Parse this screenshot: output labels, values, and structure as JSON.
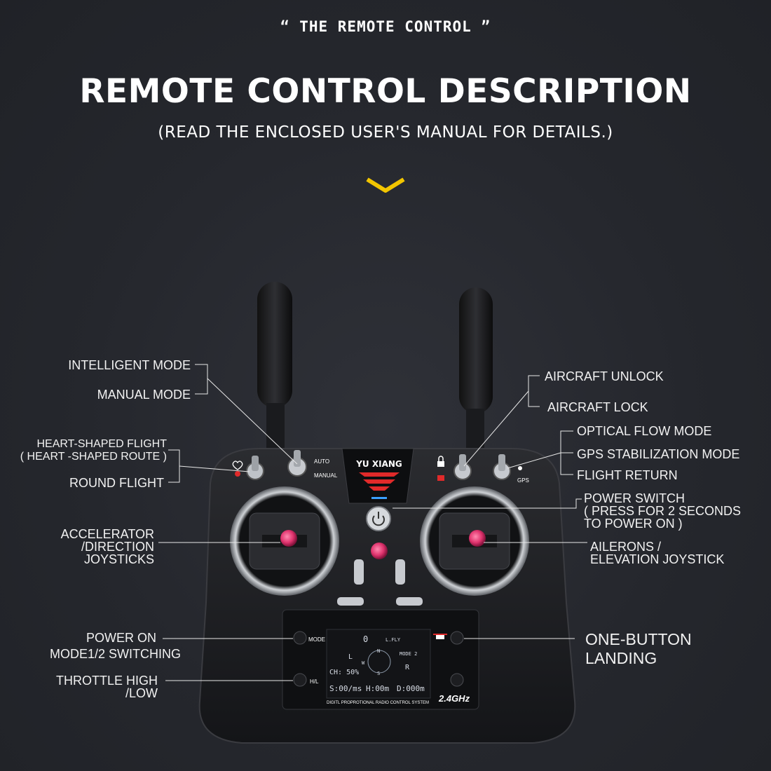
{
  "header": {
    "kicker": "“ THE REMOTE CONTROL ”",
    "title": "REMOTE CONTROL DESCRIPTION",
    "subtitle": "(READ THE ENCLOSED USER'S MANUAL FOR DETAILS.)"
  },
  "colors": {
    "background": "#24262b",
    "accent": "#f2c500",
    "joystick": "#e0346e",
    "screen_glow": "#3aa0ff"
  },
  "callouts_left": {
    "intelligent_mode": "INTELLIGENT MODE",
    "manual_mode": "MANUAL MODE",
    "heart_flight": "HEART-SHAPED FLIGHT",
    "heart_route": "( HEART -SHAPED ROUTE )",
    "round_flight": "ROUND FLIGHT",
    "accel_1": "ACCELERATOR",
    "accel_2": "/DIRECTION",
    "accel_3": "JOYSTICKS",
    "power_on": "POWER ON",
    "mode_switch": "MODE1/2 SWITCHING",
    "throttle_1": "THROTTLE HIGH",
    "throttle_2": "/LOW"
  },
  "callouts_right": {
    "unlock": "AIRCRAFT UNLOCK",
    "lock": "AIRCRAFT LOCK",
    "optical": "OPTICAL FLOW MODE",
    "gps": "GPS STABILIZATION MODE",
    "return": "FLIGHT RETURN",
    "power_1": "POWER SWITCH",
    "power_2": "( PRESS FOR 2 SECONDS",
    "power_3": "TO POWER ON )",
    "ailerons_1": "AILERONS /",
    "ailerons_2": "ELEVATION JOYSTICK",
    "landing_1": "ONE-BUTTON",
    "landing_2": "LANDING"
  },
  "device": {
    "brand": "YU XIANG",
    "switch_auto": "AUTO",
    "switch_manual": "MANUAL",
    "switch_gps": "GPS",
    "btn_mode": "MODE",
    "btn_hl": "H/L",
    "screen": {
      "mode": "MODE 2",
      "flight": "L.FLY",
      "battery": "CH: 50%",
      "speed": "S:00/ms",
      "height": "H:00m",
      "distance": "D:000m",
      "zero": "0",
      "l": "L",
      "r": "R",
      "n": "N",
      "s": "S",
      "w": "W"
    },
    "panel_caption": "DIGITL PROPROTIONAL RADIO CONTROL SYSTEM",
    "band": "2.4GHz"
  },
  "icons": [
    "chevron-down-icon",
    "lock-icon",
    "heart-icon",
    "power-icon",
    "drone-icon"
  ]
}
